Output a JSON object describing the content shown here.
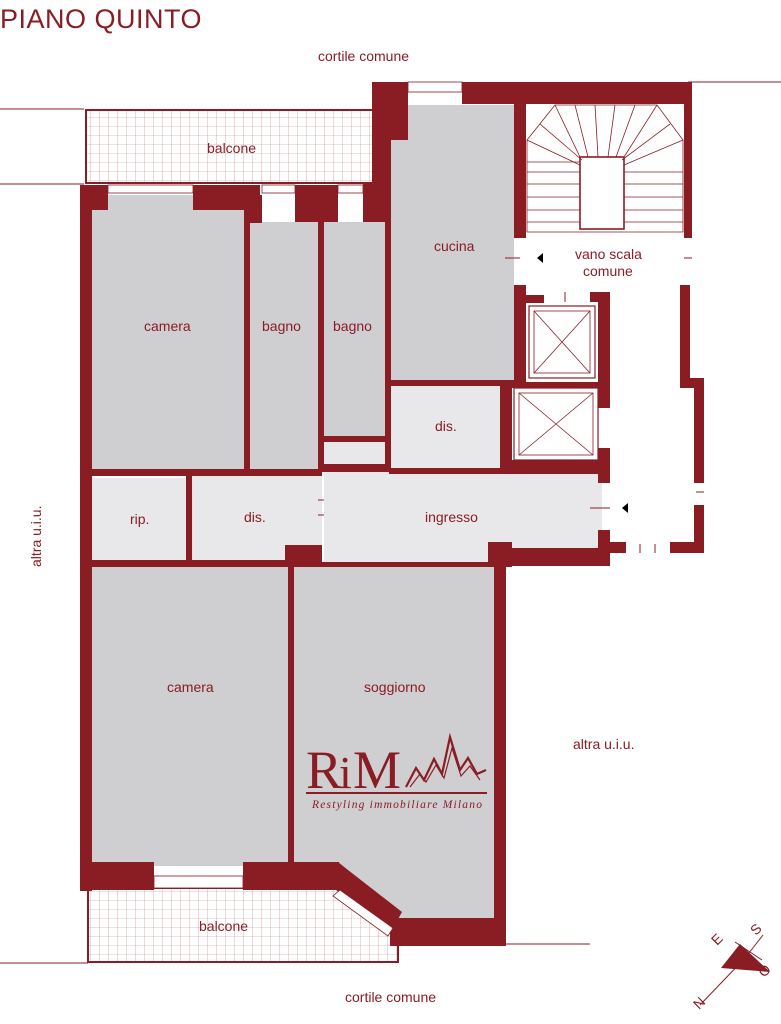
{
  "title": "PIANO QUINTO",
  "context_labels": {
    "top": "cortile comune",
    "bottom": "cortile comune",
    "left": "altra u.i.u.",
    "right": "altra u.i.u."
  },
  "rooms": {
    "balcone_top": "balcone",
    "balcone_bottom": "balcone",
    "camera_top": "camera",
    "camera_bottom": "camera",
    "bagno_1": "bagno",
    "bagno_2": "bagno",
    "cucina": "cucina",
    "vano_scala_line1": "vano scala",
    "vano_scala_line2": "comune",
    "dis_1": "dis.",
    "dis_2": "dis.",
    "rip": "rip.",
    "ingresso": "ingresso",
    "soggiorno": "soggiorno"
  },
  "logo": {
    "name_r": "R",
    "name_i": "i",
    "name_m": "M",
    "tagline": "Restyling immobiliare Milano"
  },
  "compass": {
    "n": "N",
    "s": "S",
    "e": "E",
    "o": "O"
  },
  "colors": {
    "wall": "#8a1c24",
    "room_dark": "#cfcfd1",
    "room_light": "#e8e8ea",
    "balcony": "#ffffff",
    "text": "#8a1c24"
  }
}
